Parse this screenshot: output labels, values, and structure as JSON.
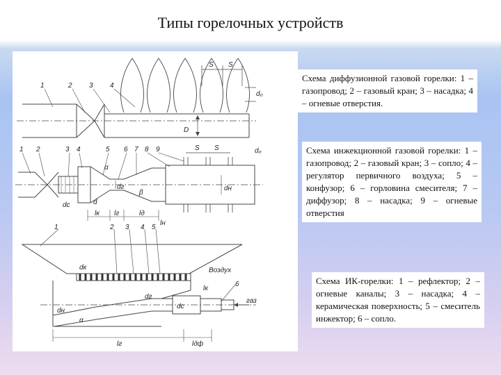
{
  "title": "Типы горелочных устройств",
  "captions": {
    "diffusion": "Схема диффузионной газовой горелки: 1 – газопровод; 2 – газовый кран; 3 – насадка; 4 – огневые отверстия.",
    "injection": "Схема инжекционной газовой горелки: 1 – газопровод; 2 – газовый кран; 3 – сопло; 4 – регулятор первичного воздуха; 5 – конфузор; 6 – горловина смесителя; 7 – диффузор; 8 – насадка; 9 – огневые отверстия",
    "infrared": "Схема ИК-горелки: 1 – рефлектор; 2 – огневые каналы; 3 – насадка; 4 – керамическая поверхность; 5 – смеситель инжектор; 6 – сопло."
  },
  "diagram_labels": {
    "d1": {
      "n1": "1",
      "n2": "2",
      "n3": "3",
      "n4": "4",
      "s1": "S",
      "s2": "S",
      "d0": "d₀",
      "D": "D"
    },
    "d2": {
      "n1": "1",
      "n2": "2",
      "n3": "3",
      "n4": "4",
      "n5": "5",
      "n6": "6",
      "n7": "7",
      "n8": "8",
      "n9": "9",
      "s1": "S",
      "s2": "S",
      "d0": "d₀",
      "alpha": "α",
      "beta": "β",
      "dg": "dг",
      "dn": "dн",
      "dc": "dс",
      "d": "d",
      "lk": "lк",
      "lg": "lг",
      "ld": "lд",
      "ln": "lн"
    },
    "d3": {
      "n1": "1",
      "n2": "2",
      "n3": "3",
      "n4": "4",
      "n5": "5",
      "n6": "6",
      "vozduh": "Воздух",
      "dk": "dк",
      "lk": "lк",
      "dg": "dг",
      "dc": "dс",
      "alpha": "α",
      "gaz": "газ",
      "lg": "lг",
      "ldf": "lдф",
      "dn": "dн"
    }
  },
  "colors": {
    "line": "#444444",
    "text": "#222222"
  }
}
